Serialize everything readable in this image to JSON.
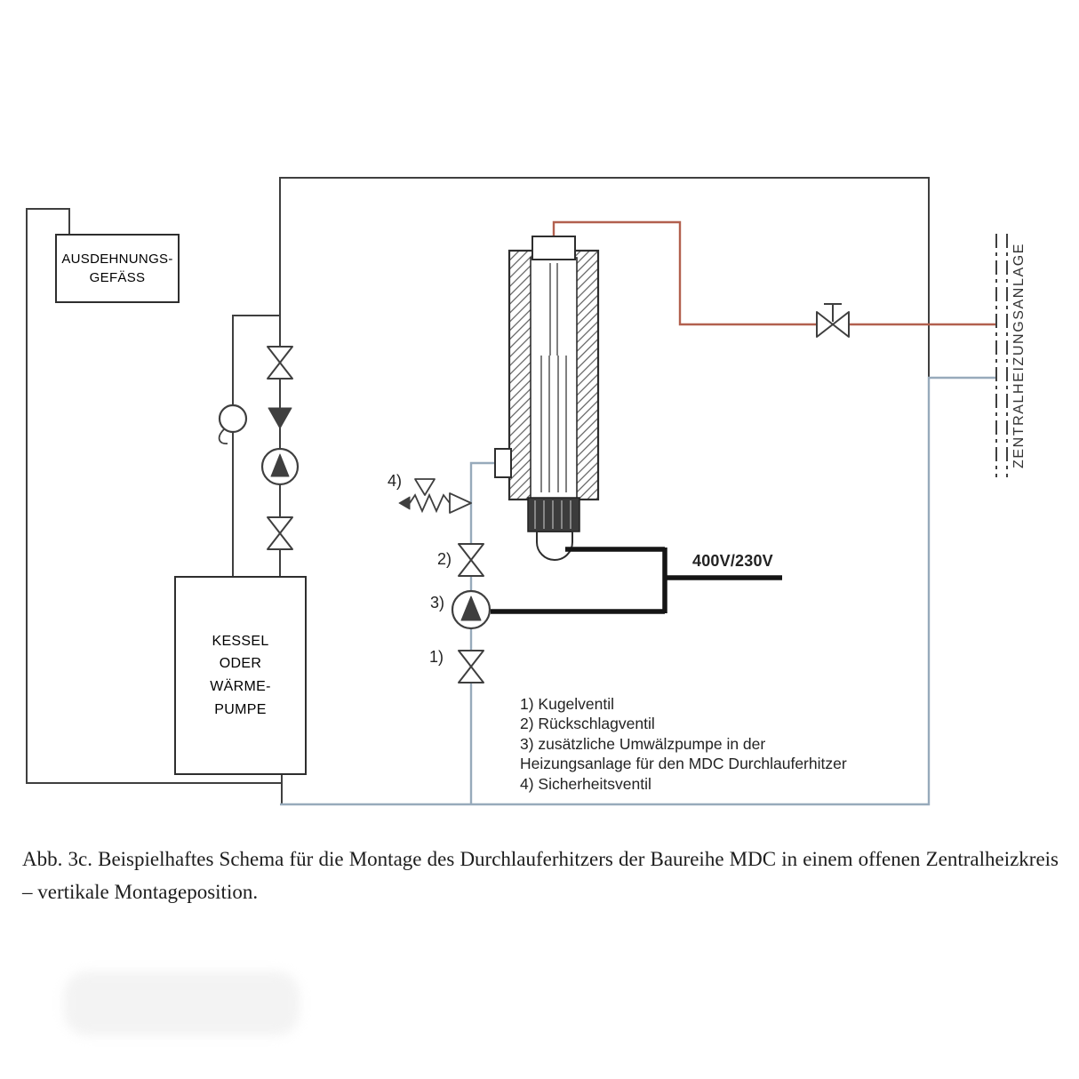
{
  "colors": {
    "line": "#3f3f3f",
    "supply": "#b2604e",
    "return": "#97aabb",
    "cable": "#151515"
  },
  "diagram": {
    "expansion_vessel": {
      "line1": "AUSDEHNUNGS-",
      "line2": "GEFÄSS"
    },
    "boiler": {
      "line1": "KESSEL",
      "line2": "ODER",
      "line3": "WÄRME-",
      "line4": "PUMPE"
    },
    "wall_label": "ZENTRALHEIZUNGSANLAGE",
    "voltage_label": "400V/230V",
    "callouts": {
      "c1": "1)",
      "c2": "2)",
      "c3": "3)",
      "c4": "4)"
    }
  },
  "legend": {
    "lines": [
      "1) Kugelventil",
      "2) Rückschlagventil",
      "3) zusätzliche Umwälzpumpe in der",
      "Heizungsanlage für den MDC Durchlauferhitzer",
      "4) Sicherheitsventil"
    ]
  },
  "caption": "Abb. 3c. Beispielhaftes Schema für die Montage des Durchlauferhitzers der Baureihe MDC in einem offenen Zentralheizkreis – vertikale Montageposition."
}
